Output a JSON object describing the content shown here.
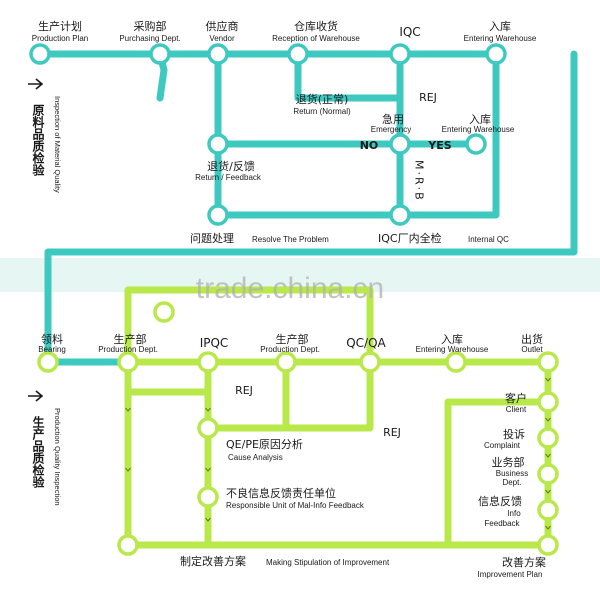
{
  "colors": {
    "top_line": "#3ec9c0",
    "bottom_line": "#b8e84a",
    "band": "#e6f6f3",
    "station_fill": "#ffffff",
    "text": "#1a1a1a",
    "watermark": "#b0b0b0",
    "arrow": "#b8e84a"
  },
  "watermark": "trade.china.cn",
  "top": {
    "side_label_cn": "原料品质检验",
    "side_label_en": "Inspection of Material Quality",
    "stations": {
      "production_plan": {
        "cn": "生产计划",
        "en": "Production Plan"
      },
      "purchasing": {
        "cn": "采购部",
        "en": "Purchasing Dept."
      },
      "vendor": {
        "cn": "供应商",
        "en": "Vendor"
      },
      "reception": {
        "cn": "仓库收货",
        "en": "Reception of Warehouse"
      },
      "iqc": {
        "cn": "IQC"
      },
      "entering": {
        "cn": "入库",
        "en": "Entering Warehouse"
      },
      "return_normal": {
        "cn": "退货(正常)",
        "en": "Return (Normal)"
      },
      "emergency": {
        "cn": "急用",
        "en": "Emergency"
      },
      "entering2": {
        "cn": "入库",
        "en": "Entering Warehouse"
      },
      "return_feedback": {
        "cn": "退货/反馈",
        "en": "Return / Feedback"
      },
      "resolve": {
        "cn": "问题处理",
        "en": "Resolve The Problem"
      },
      "iqc_internal": {
        "cn": "IQC厂内全检",
        "en": "Internal QC"
      }
    },
    "labels": {
      "rej": "REJ",
      "no": "NO",
      "yes": "YES",
      "mrb": "M·R·B"
    }
  },
  "bottom": {
    "side_label_cn": "生产品质检验",
    "side_label_en": "Production Quality Inspection",
    "stations": {
      "bearing": {
        "cn": "领料",
        "en": "Bearing"
      },
      "production1": {
        "cn": "生产部",
        "en": "Production Dept."
      },
      "ipqc": {
        "cn": "IPQC"
      },
      "production2": {
        "cn": "生产部",
        "en": "Production Dept."
      },
      "qcqa": {
        "cn": "QC/QA"
      },
      "entering": {
        "cn": "入库",
        "en": "Entering Warehouse"
      },
      "outlet": {
        "cn": "出货",
        "en": "Outlet"
      },
      "client": {
        "cn": "客户",
        "en": "Client"
      },
      "complaint": {
        "cn": "投诉",
        "en": "Complaint"
      },
      "business": {
        "cn": "业务部",
        "en1": "Business",
        "en2": "Dept."
      },
      "info": {
        "cn": "信息反馈",
        "en1": "Info",
        "en2": "Feedback"
      },
      "cause": {
        "cn": "QE/PE原因分析",
        "en": "Cause Analysis"
      },
      "responsible": {
        "cn": "不良信息反馈责任单位",
        "en": "Responsible Unit of Mal-Info Feedback"
      },
      "stipulation": {
        "cn": "制定改善方案",
        "en": "Making Stipulation of Improvement"
      },
      "improvement": {
        "cn": "改善方案",
        "en": "Improvement Plan"
      }
    },
    "labels": {
      "rej1": "REJ",
      "rej2": "REJ"
    }
  }
}
